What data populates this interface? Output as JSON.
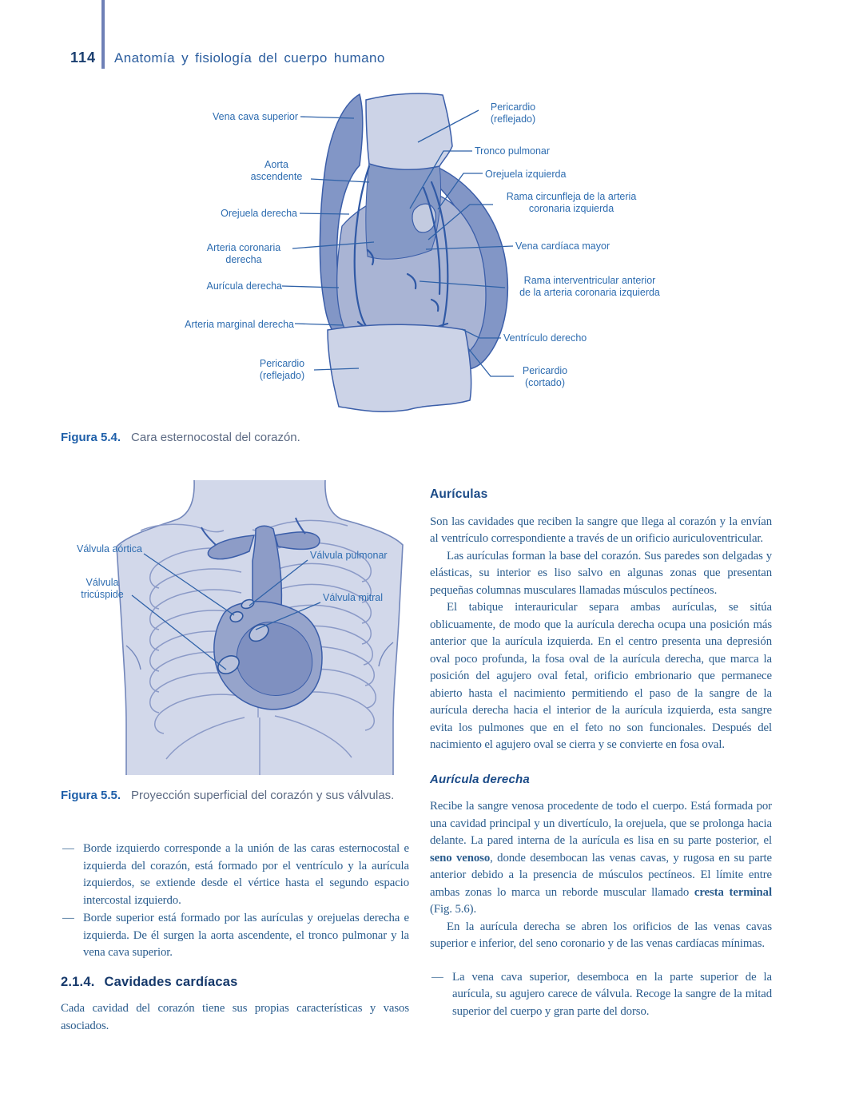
{
  "page": {
    "number": "114",
    "header_title": "Anatomía y fisiología del cuerpo humano"
  },
  "fig54": {
    "caption_label": "Figura 5.4.",
    "caption_text": "Cara esternocostal del corazón.",
    "labels_left": [
      "Vena cava superior",
      "Aorta\nascendente",
      "Orejuela derecha",
      "Arteria coronaria\nderecha",
      "Aurícula derecha",
      "Arteria marginal derecha",
      "Pericardio\n(reflejado)"
    ],
    "labels_right": [
      "Pericardio\n(reflejado)",
      "Tronco pulmonar",
      "Orejuela izquierda",
      "Rama circunfleja de la arteria\ncoronaria izquierda",
      "Vena cardíaca mayor",
      "Rama interventricular anterior\nde la arteria coronaria izquierda",
      "Ventrículo derecho",
      "Pericardio\n(cortado)"
    ]
  },
  "fig55": {
    "caption_label": "Figura 5.5.",
    "caption_text": "Proyección superficial del corazón y sus válvulas.",
    "labels": [
      "Válvula aórtica",
      "Válvula\ntricúspide",
      "Válvula pulmonar",
      "Válvula mitral"
    ]
  },
  "left_column": {
    "dash": "—",
    "bullets": [
      "Borde izquierdo corresponde a la unión de las caras esternocostal e izquierda del corazón, está formado por el ventrículo y la aurícula izquierdos, se extiende desde el vértice hasta el segundo espacio intercostal izquierdo.",
      "Borde superior está formado por las aurículas y orejuelas derecha e izquierda. De él surgen la aorta ascendente, el tronco pulmonar y la vena cava superior."
    ],
    "section_number": "2.1.4.",
    "section_title": "Cavidades cardíacas",
    "section_intro": "Cada cavidad del corazón tiene sus propias características y vasos asociados."
  },
  "right_column": {
    "heading": "Aurículas",
    "p1": "Son las cavidades que reciben la sangre que llega al corazón y la envían al ventrículo correspondiente a través de un orificio auriculoventricular.",
    "p2": "Las aurículas forman la base del corazón. Sus paredes son delgadas y elásticas, su interior es liso salvo en algunas zonas que presentan pequeñas columnas musculares llamadas músculos pectíneos.",
    "p3": "El tabique interauricular separa ambas aurículas, se sitúa oblicuamente, de modo que la aurícula derecha ocupa una posición más anterior que la aurícula izquierda. En el centro presenta una depresión oval poco profunda, la fosa oval de la aurícula derecha, que marca la posición del agujero oval fetal, orificio embrionario que permanece abierto hasta el nacimiento permitiendo el paso de la sangre de la aurícula derecha hacia el interior de la aurícula izquierda, esta sangre evita los pulmones que en el feto no son funcionales. Después del nacimiento el agujero oval se cierra y se convierte en fosa oval.",
    "subheading": "Aurícula derecha",
    "p4_pre": "Recibe la sangre venosa procedente de todo el cuerpo. Está formada por una cavidad principal y un divertículo, la orejuela, que se prolonga hacia delante. La pared interna de la aurícula es lisa en su parte posterior, el ",
    "p4_bold1": "seno venoso",
    "p4_mid": ", donde desembocan las venas cavas, y rugosa en su parte anterior debido a la presencia de músculos pectíneos. El límite entre ambas zonas lo marca un reborde muscular llamado ",
    "p4_bold2": "cresta terminal",
    "p4_post": " (Fig. 5.6).",
    "p5": "En la aurícula derecha se abren los orificios de las venas cavas superior e inferior, del seno coronario y de las venas cardíacas mínimas.",
    "bullet": "La vena cava superior, desemboca en la parte superior de la aurícula, su agujero carece de válvula. Recoge la sangre de la mitad superior del cuerpo y gran parte del dorso."
  },
  "colors": {
    "accent_blue": "#2d6cb0",
    "navy_heading": "#1a4a87",
    "body_text": "#2a5c8d",
    "caption_gray": "#5c6a83",
    "diagram_light": "#ccd3e7",
    "diagram_mid": "#a9b4d4",
    "diagram_dark": "#8296c6",
    "diagram_outline": "#3b5ea9"
  }
}
